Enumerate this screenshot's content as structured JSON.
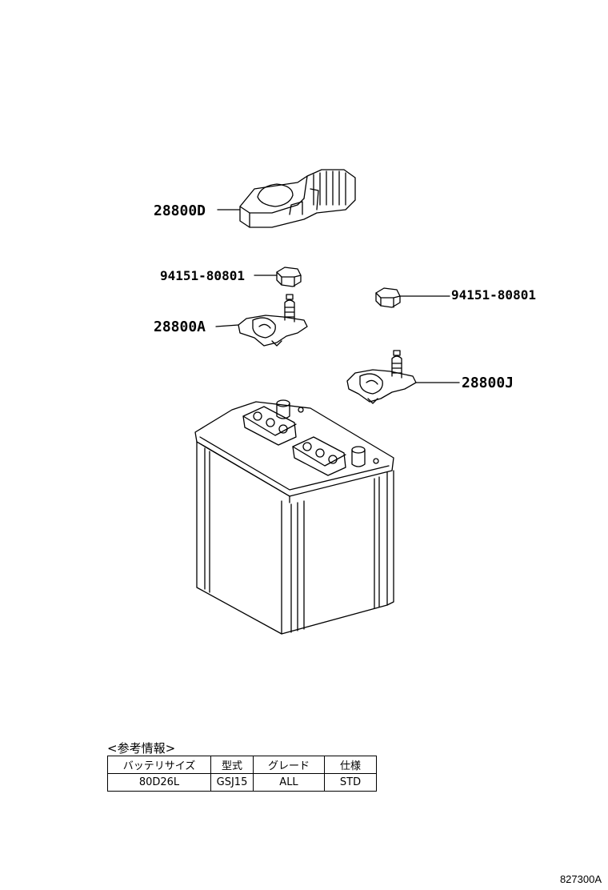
{
  "callouts": {
    "cover": "28800D",
    "nut_left": "94151-80801",
    "nut_right": "94151-80801",
    "terminal_a": "28800A",
    "terminal_j": "28800J"
  },
  "reference": {
    "title": "<参考情報>",
    "headers": [
      "バッテリサイズ",
      "型式",
      "グレード",
      "仕様"
    ],
    "row": [
      "80D26L",
      "GSJ15",
      "ALL",
      "STD"
    ]
  },
  "figure_number": "827300A"
}
